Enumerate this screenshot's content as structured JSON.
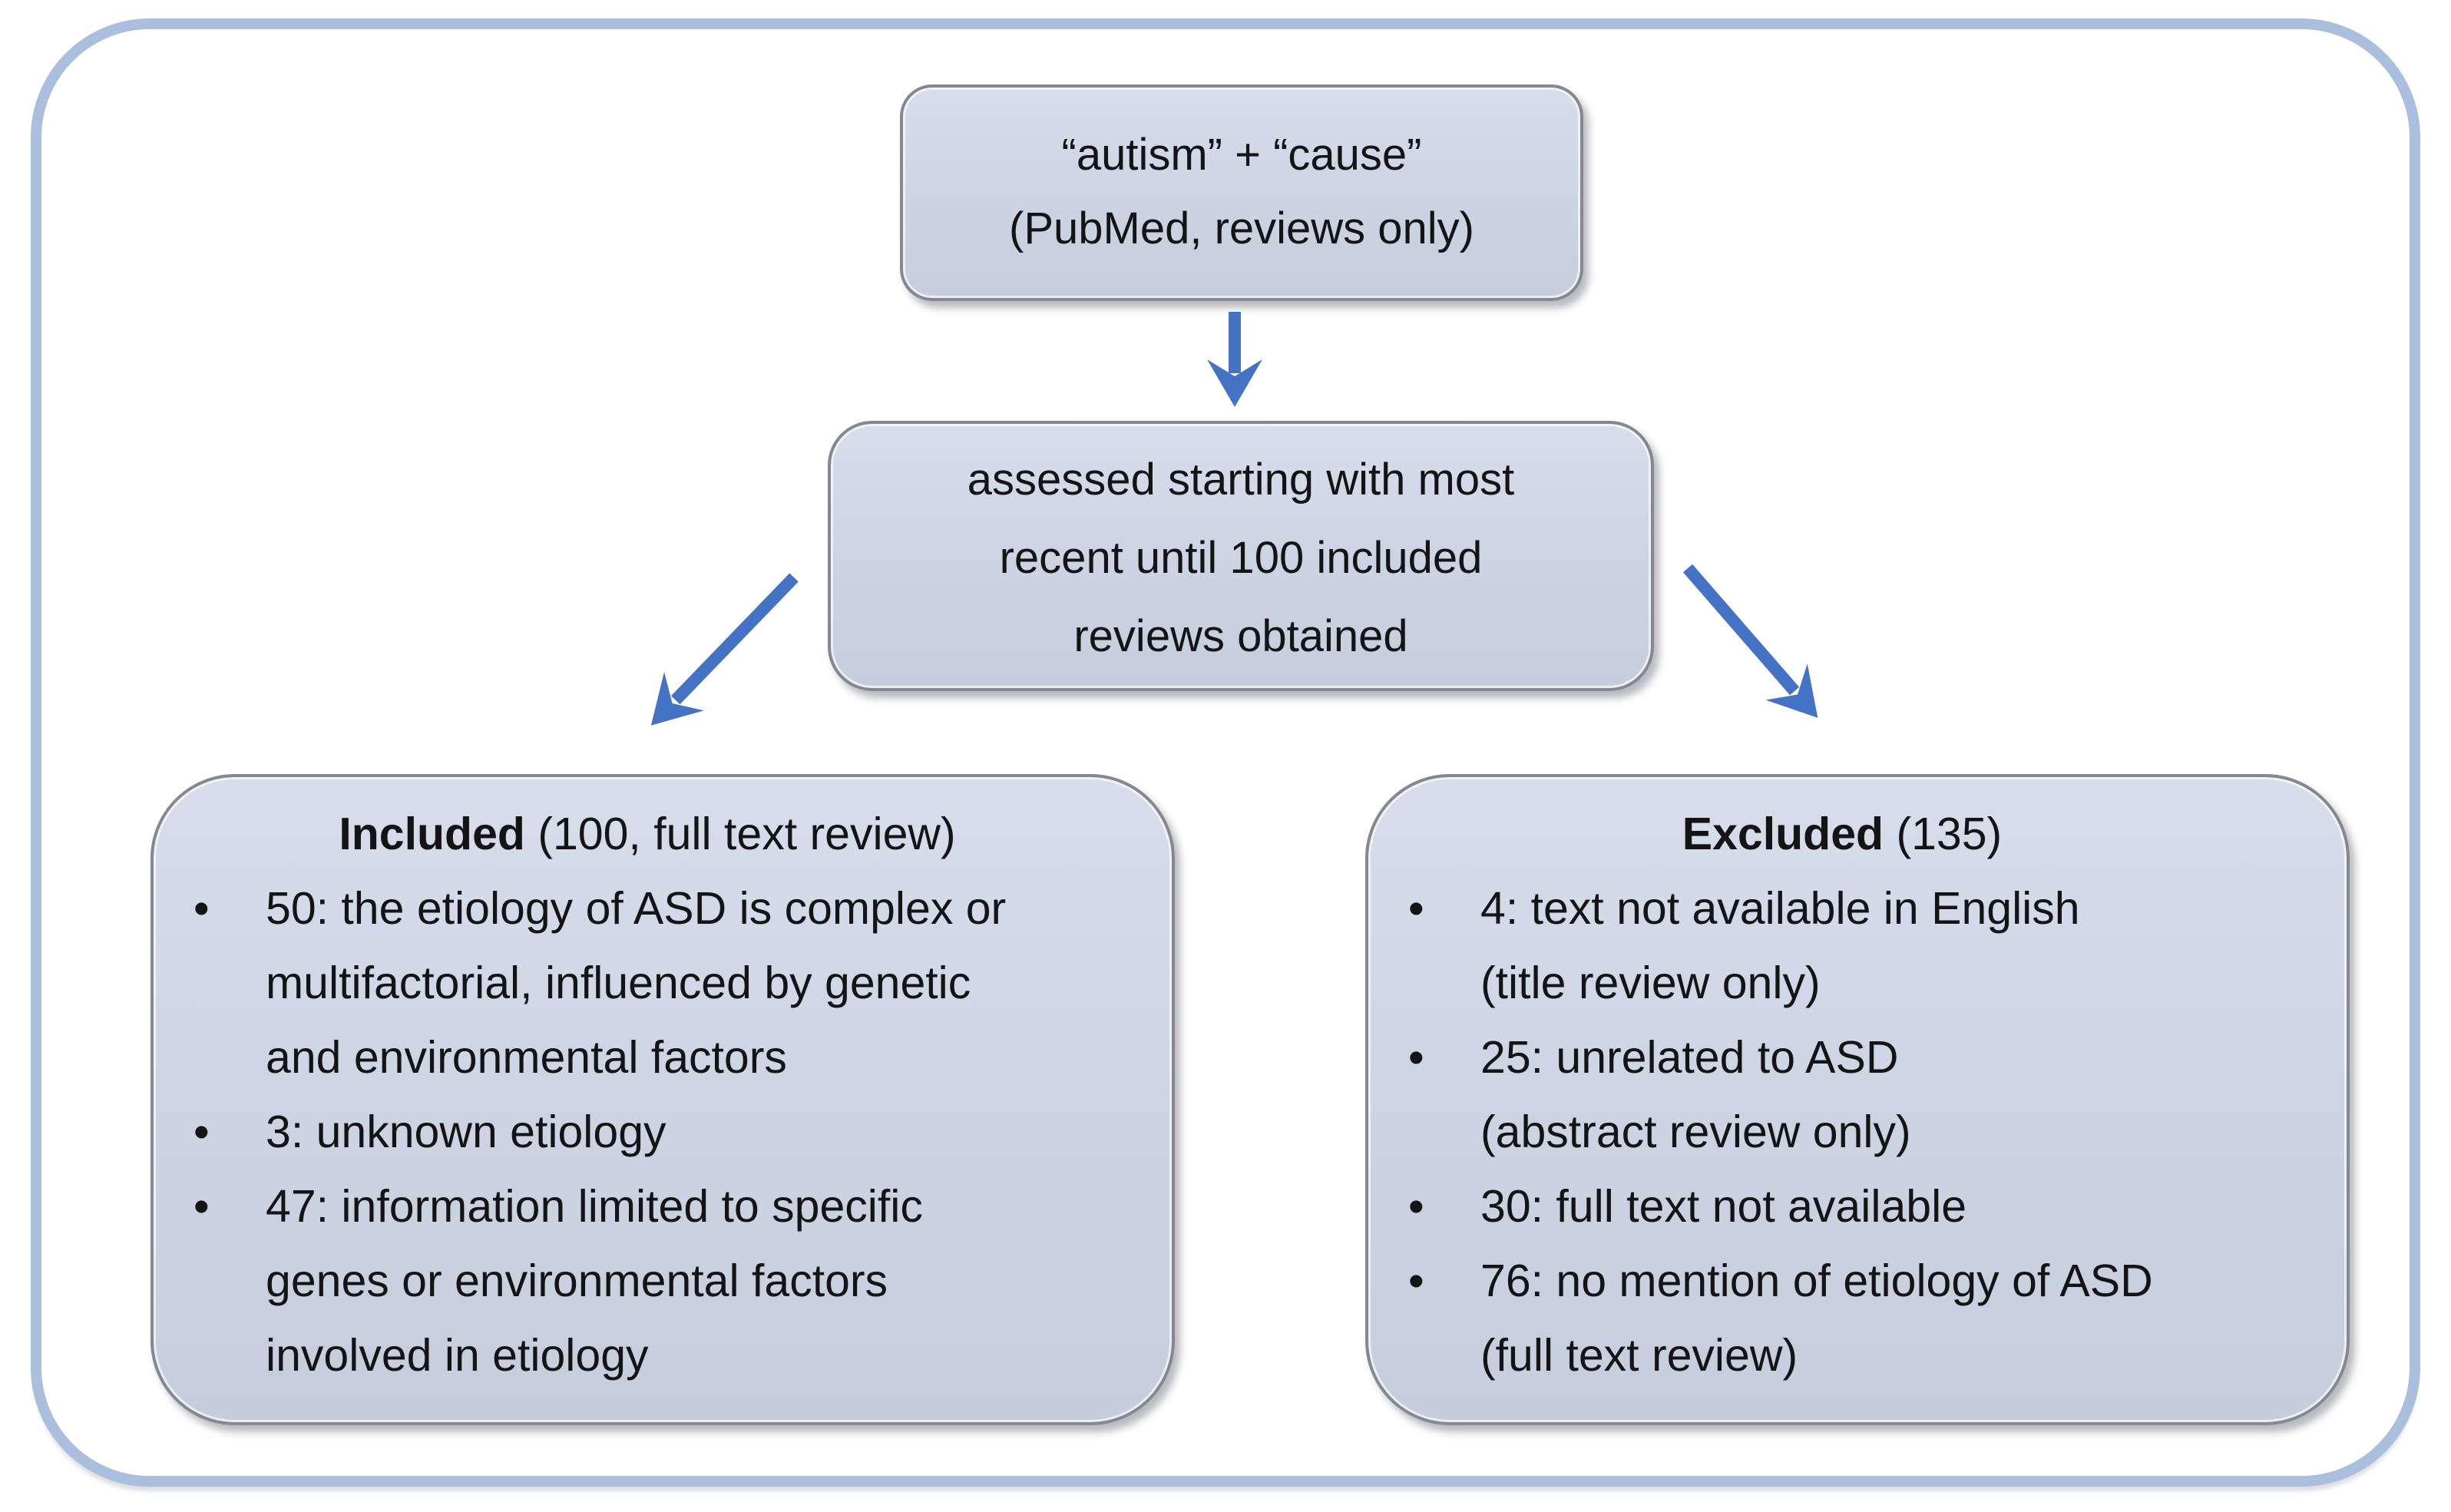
{
  "figure": {
    "type": "flow-diagram",
    "description": "Literature screening flowchart for reviews on the cause of autism"
  },
  "colors": {
    "arrow_blue": "#4472c4",
    "outer_border_blue": "#a9bfdd",
    "box_fill": "#ced5e4",
    "box_border_gray": "#84888f",
    "text": "#141414"
  },
  "glyphs": {
    "bullet": "•"
  },
  "top_box": {
    "line1": "“autism” + “cause”",
    "line2": "(PubMed, reviews only)"
  },
  "middle_box": {
    "line1": "assessed starting with most",
    "line2": "recent until 100 included",
    "line3": "reviews obtained"
  },
  "included_box": {
    "title_bold": "Included",
    "title_rest": " (100, full text review)",
    "lines": [
      {
        "bullet": true,
        "text": "50: the etiology of ASD is complex or"
      },
      {
        "bullet": false,
        "text": "multifactorial, influenced by genetic"
      },
      {
        "bullet": false,
        "text": "and environmental factors"
      },
      {
        "bullet": true,
        "text": "3: unknown etiology"
      },
      {
        "bullet": true,
        "text": "47: information limited to specific"
      },
      {
        "bullet": false,
        "text": "genes or environmental factors"
      },
      {
        "bullet": false,
        "text": "involved in etiology"
      }
    ]
  },
  "excluded_box": {
    "title_bold": "Excluded",
    "title_rest": " (135)",
    "lines": [
      {
        "bullet": true,
        "text": "4: text not available in English"
      },
      {
        "bullet": false,
        "text": "(title review only)"
      },
      {
        "bullet": true,
        "text": "25: unrelated to ASD"
      },
      {
        "bullet": false,
        "text": "(abstract review only)"
      },
      {
        "bullet": true,
        "text": "30: full text not available"
      },
      {
        "bullet": true,
        "text": "76: no mention of etiology of ASD"
      },
      {
        "bullet": false,
        "text": "(full text review)"
      }
    ]
  }
}
